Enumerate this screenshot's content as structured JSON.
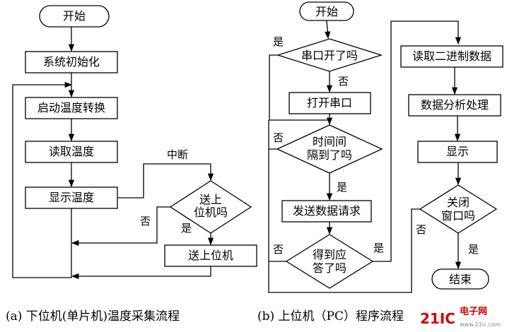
{
  "left_flow": {
    "start": "开始",
    "init": "系统初始化",
    "start_temp": "启动温度转换",
    "read_temp": "读取温度",
    "show_temp": "显示温度",
    "interrupt": "中断",
    "send_q_line1": "送上",
    "send_q_line2": "位机吗",
    "no": "否",
    "yes": "是",
    "send": "送上位机",
    "caption": "(a)  下位机(单片机)温度采集流程"
  },
  "right_flow": {
    "start": "开始",
    "port_q": "串口开了吗",
    "yes1": "是",
    "no1": "否",
    "open_port": "打开串口",
    "interval_q_line1": "时间间",
    "interval_q_line2": "隔到了吗",
    "no2": "否",
    "yes2": "是",
    "send_req": "发送数据请求",
    "answer_q_line1": "得到应",
    "answer_q_line2": "答了吗",
    "no3": "否",
    "yes3": "是",
    "read_bin": "读取二进制数据",
    "analyze": "数据分析处理",
    "display": "显示",
    "close_q_line1": "关闭",
    "close_q_line2": "窗口吗",
    "no4": "否",
    "yes4": "是",
    "end": "结束",
    "caption": "(b)  上位机（PC）程序流程"
  },
  "watermark": {
    "logo": "21IC",
    "name": "电子网",
    "url": "www.21ic.com"
  }
}
